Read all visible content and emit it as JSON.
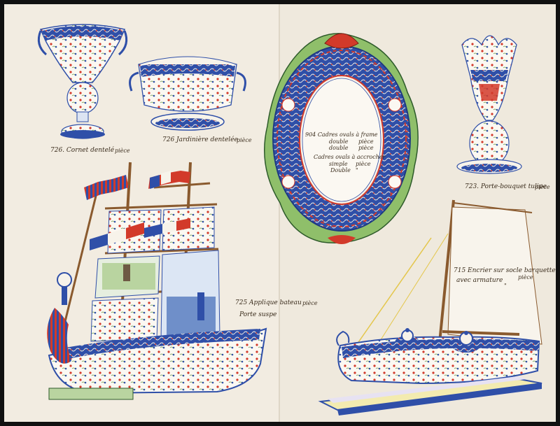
{
  "plate": {
    "background": "#111111",
    "paper_left": "#f1ebe0",
    "paper_right": "#f0eade",
    "palette": {
      "blue": "#2f4fa8",
      "red": "#d23a2a",
      "green": "#8fbf6a",
      "yellow": "#e4c64a",
      "brown": "#8a5a2e"
    }
  },
  "items": [
    {
      "id": "cornet",
      "caption": "726. Cornet dentelé",
      "unit": "pièce"
    },
    {
      "id": "jardiniere",
      "caption": "726 Jardinière dentelée",
      "unit": "pièce"
    },
    {
      "id": "cadre",
      "caption": "904 Cadres ovals à frame",
      "lines": [
        "double",
        "double",
        "Cadres ovals à accrocher",
        "simple",
        "Double"
      ],
      "units": [
        "pièce",
        "pièce",
        "pièce",
        "pièce",
        "\""
      ]
    },
    {
      "id": "porte-bouquet",
      "caption": "723. Porte-bouquet tulipe",
      "unit": "pièce"
    },
    {
      "id": "bateau",
      "caption": "725 Applique bateau",
      "sub": "Porte suspe",
      "unit": "pièce"
    },
    {
      "id": "encrier",
      "caption": "715 Encrier sur socle barquette",
      "sub": "avec armature",
      "unit": "pièce",
      "unit2": "\""
    }
  ]
}
